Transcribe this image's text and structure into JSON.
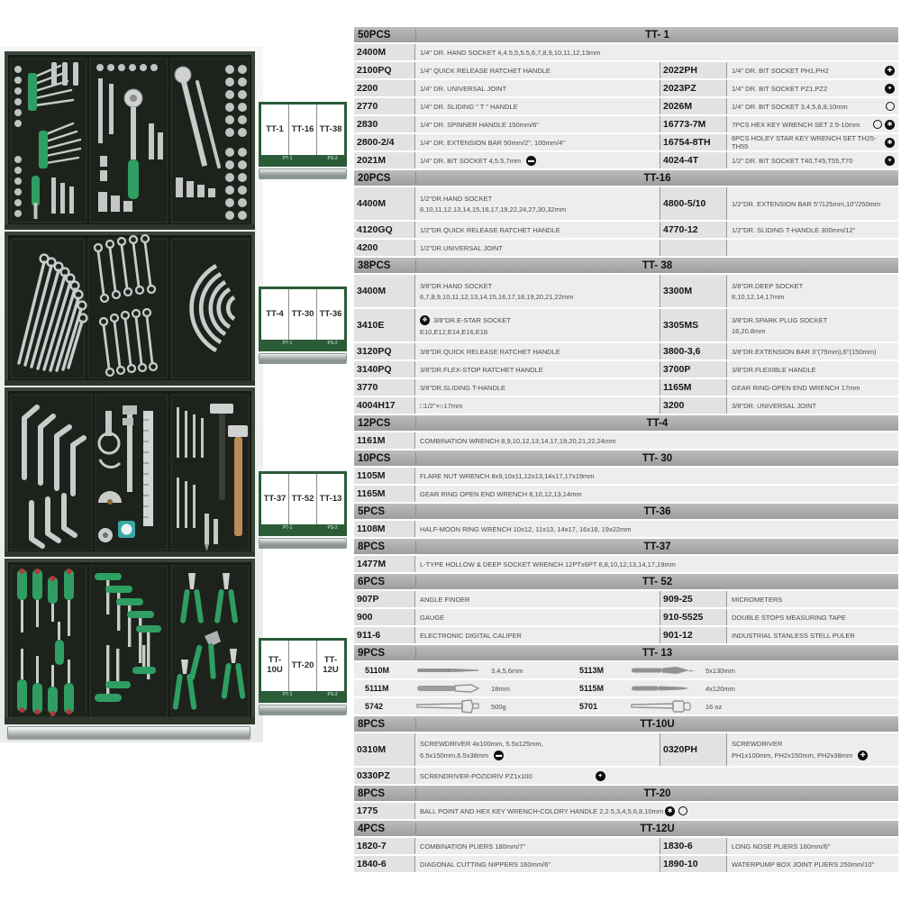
{
  "icons": {
    "ph": "✚",
    "pz": "✦",
    "hex": "✱",
    "torx": "✶",
    "slot": "▬",
    "estar": "❋"
  },
  "labels": [
    {
      "cells": [
        "TT-1",
        "TT-16",
        "TT-38"
      ],
      "sub_left": "PT-1",
      "sub_right": "PS-2"
    },
    {
      "cells": [
        "TT-4",
        "TT-30",
        "TT-36"
      ],
      "sub_left": "PT-1",
      "sub_right": "PS-2"
    },
    {
      "cells": [
        "TT-37",
        "TT-52",
        "TT-13"
      ],
      "sub_left": "PT-1",
      "sub_right": "PS-2"
    },
    {
      "cells": [
        "TT-10U",
        "TT-20",
        "TT-12U"
      ],
      "sub_left": "PT-1",
      "sub_right": "PS-2"
    }
  ],
  "tbl": [
    {
      "pcs": "50PCS",
      "code": "TT- 1",
      "rows": [
        {
          "f": "2400M",
          "fd": "1/4\" DR. HAND SOCKET 4,4.5,5,5.5,6,7,8,9,10,11,12,13mm"
        },
        {
          "m1": "2100PQ",
          "d1": "1/4\" QUICK RELEASE RATCHET HANDLE",
          "m2": "2022PH",
          "d2": "1/4\" DR. BIT SOCKET PH1,PH2"
        },
        {
          "m1": "2200",
          "d1": "1/4\" DR. UNIVERSAL JOINT",
          "m2": "2023PZ",
          "d2": "1/4\" DR. BIT SOCKET PZ1,PZ2"
        },
        {
          "m1": "2770",
          "d1": "1/4\" DR. SLIDING \" T \" HANDLE",
          "m2": "2026M",
          "d2": "1/4\" DR. BIT SOCKET 3,4,5,6,8,10mm"
        },
        {
          "m1": "2830",
          "d1": "1/4\" DR. SPINNER HANDLE 150mm/6\"",
          "m2": "16773-7M",
          "d2": "7PCS HEX KEY WRENCH SET 2.5-10mm"
        },
        {
          "m1": "2800-2/4",
          "d1": "1/4\" DR. EXTENSION BAR 50mm/2\", 100mm/4\"",
          "m2": "16754-8TH",
          "d2": "6PCS HOLEY STAR KEY WRENCH SET TH25-TH55"
        },
        {
          "m1": "2021M",
          "d1": "1/4\" DR. BIT SOCKET 4,5.5,7mm",
          "m2": "4024-4T",
          "d2": "1/2\" DR. BIT SOCKET T40,T45,T55,T70"
        }
      ]
    },
    {
      "pcs": "20PCS",
      "code": "TT-16",
      "rows": [
        {
          "m1": "4400M",
          "d1a": "1/2\"DR.HAND SOCKET",
          "d1b": "8,10,11,12,13,14,15,16,17,19,22,24,27,30,32mm",
          "m2": "4800-5/10",
          "d2": "1/2\"DR. EXTENSION BAR 5\"/125mm,10\"/250mm"
        },
        {
          "m1": "4120GQ",
          "d1": "1/2\"DR.QUICK RELEASE RATCHET HANDLE",
          "m2": "4770-12",
          "d2": "1/2\"DR. SLIDING T-HANDLE 300mm/12\""
        },
        {
          "m1": "4200",
          "d1": "1/2\"DR.UNIVERSAL JOINT",
          "m2": "",
          "d2": ""
        }
      ]
    },
    {
      "pcs": "38PCS",
      "code": "TT- 38",
      "rows": [
        {
          "m1": "3400M",
          "d1a": "3/8\"DR.HAND SOCKET",
          "d1b": "6,7,8,9,10,11,12,13,14,15,16,17,18,19,20,21,22mm",
          "m2": "3300M",
          "d2a": "3/8\"DR.DEEP SOCKET",
          "d2b": "8,10,12,14,17mm"
        },
        {
          "m1": "3410E",
          "d1a": "3/8\"DR.E-STAR SOCKET",
          "d1b": "E10,E12,E14,E16,E18",
          "m2": "3305MS",
          "d2a": "3/8\"DR.SPARK PLUG SOCKET",
          "d2b": "16,20.8mm"
        },
        {
          "m1": "3120PQ",
          "d1": "3/8\"DR.QUICK RELEASE RATCHET HANDLE",
          "m2": "3800-3,6",
          "d2": "3/8\"DR.EXTENSION BAR 3\"(75mm),6\"(150mm)"
        },
        {
          "m1": "3140PQ",
          "d1": "3/8\"DR.FLEX-STOP RATCHET HANDLE",
          "m2": "3700P",
          "d2": "3/8\"DR.FLEXIBLE HANDLE"
        },
        {
          "m1": "3770",
          "d1": "3/8\"DR.SLIDING T-HANDLE",
          "m2": "1165M",
          "d2": "GEAR RING-OPEN END WRENCH 17mm"
        },
        {
          "m1": "4004H17",
          "d1": "□1/2\"×○17mm",
          "m2": "3200",
          "d2": "3/8\"DR. UNIVERSAL JOINT"
        }
      ]
    },
    {
      "pcs": "12PCS",
      "code": "TT-4",
      "rows": [
        {
          "f": "1161M",
          "fd": "COMBINATION WRENCH 8,9,10,12,13,14,17,19,20,21,22,24mm"
        }
      ]
    },
    {
      "pcs": "10PCS",
      "code": "TT- 30",
      "rows": [
        {
          "f": "1105M",
          "fd": "FLARE NUT WRENCH 8x9,10x11,12x13,14x17,17x19mm"
        },
        {
          "f": "1165M",
          "fd": "GEAR RING OPEN END WRENCH 8,10,12,13,14mm"
        }
      ]
    },
    {
      "pcs": "5PCS",
      "code": "TT-36",
      "rows": [
        {
          "f": "1108M",
          "fd": "HALF-MOON RING WRENCH 10x12, 11x13, 14x17, 16x18, 19x22mm"
        }
      ]
    },
    {
      "pcs": "8PCS",
      "code": "TT-37",
      "rows": [
        {
          "f": "1477M",
          "fd": "L-TYPE HOLLOW & DEEP SOCKET WRENCH 12PTx6PT  6,8,10,12,13,14,17,19mm"
        }
      ]
    },
    {
      "pcs": "6PCS",
      "code": "TT- 52",
      "rows": [
        {
          "m1": "907P",
          "d1": "ANGLE FINDER",
          "m2": "909-25",
          "d2": "MICROMETERS"
        },
        {
          "m1": "900",
          "d1": "GAUGE",
          "m2": "910-5525",
          "d2": "DOUBLE STOPS MEASURING TAPE"
        },
        {
          "m1": "911-6",
          "d1": "ELECTRONIC DIGITAL CALIPER",
          "m2": "901-12",
          "d2": "INDUSTRIAL STANLESS STELL PULER"
        }
      ]
    },
    {
      "pcs": "9PCS",
      "code": "TT- 13",
      "rows": [
        {
          "m1": "5110M",
          "s1": "3,4,5,6mm",
          "m2": "5113M",
          "s2": "5x130mm"
        },
        {
          "m1": "5111M",
          "s1": "18mm",
          "m2": "5115M",
          "s2": "4x120mm"
        },
        {
          "m1": "5742",
          "s1": "500g",
          "m2": "5701",
          "s2": "16  oz"
        }
      ]
    },
    {
      "pcs": "8PCS",
      "code": "TT-10U",
      "rows": [
        {
          "m1": "0310M",
          "d1a": "SCREWDRIVER 4x100mm, 5.5x125mm,",
          "d1b": "6.5x150mm,6.5x38mm",
          "m2": "0320PH",
          "d2a": "SCREWDRIVER",
          "d2b": "PH1x100mm, PH2x150mm, PH2x38mm"
        },
        {
          "f": "0330PZ",
          "fd": "SCRENDRIVER-POZIDRIV PZ1x100"
        }
      ]
    },
    {
      "pcs": "8PCS",
      "code": "TT-20",
      "rows": [
        {
          "f": "1775",
          "fd": "BALL POINT AND HEX KEY WRENCH-COLORY HANDLE 2,2.5,3,4,5,6,8,10mm"
        }
      ]
    },
    {
      "pcs": "4PCS",
      "code": "TT-12U",
      "rows": [
        {
          "m1": "1820-7",
          "d1": "COMBINATION PLIERS 180mm/7\"",
          "m2": "1830-6",
          "d2": "LONG NOSE PLIERS 160mm/6\""
        },
        {
          "m1": "1840-6",
          "d1": "DIAGONAL CUTTING NIPPERS 160mm/6\"",
          "m2": "1890-10",
          "d2": "WATERPUMP BOX JOINT PLIERS 250mm/10\""
        }
      ]
    }
  ]
}
